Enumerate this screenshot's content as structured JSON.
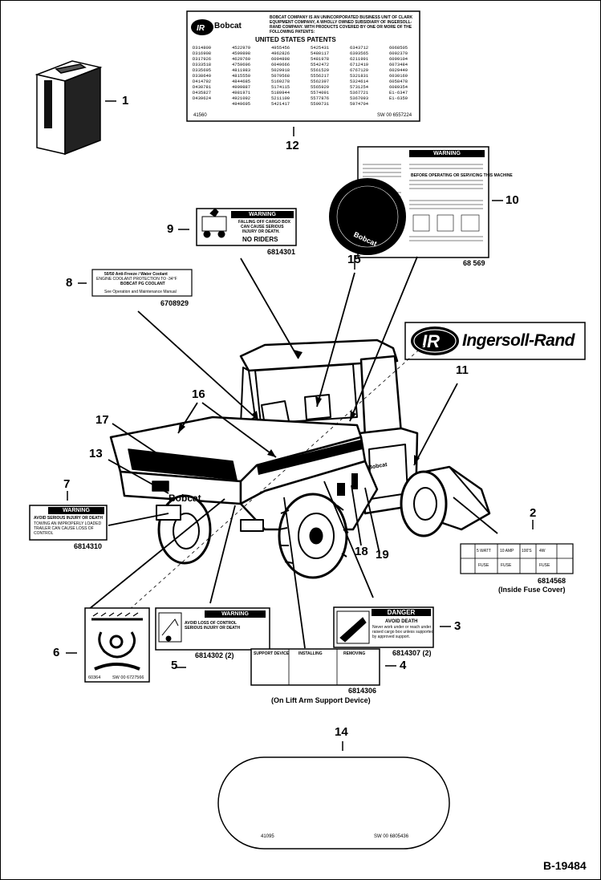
{
  "drawing_id": "B-19484",
  "callouts": [
    "1",
    "2",
    "3",
    "4",
    "5",
    "6",
    "7",
    "8",
    "9",
    "10",
    "11",
    "12",
    "13",
    "14",
    "15",
    "16",
    "17",
    "18",
    "19"
  ],
  "part_numbers": {
    "p2": "6814568",
    "p3": "6814307 (2)",
    "p4": "6814306",
    "p5": "6814302 (2)",
    "p7": "6814310",
    "p8": "6708929",
    "p9": "6814301",
    "p10": "68 569"
  },
  "notes": {
    "p2": "(Inside Fuse Cover)",
    "p4": "(On Lift Arm Support Device)"
  },
  "decal12": {
    "brand": "Bobcat",
    "heading": "UNITED STATES PATENTS",
    "left_code": "41560",
    "right_code": "SW 00 6557224",
    "intro": "BOBCAT COMPANY IS AN UNINCORPORATED BUSINESS UNIT OF CLARK EQUIPMENT COMPANY, A WHOLLY OWNED SUBSIDIARY OF INGERSOLL-RAND COMPANY. WITH PRODUCTS COVERED BY ONE OR MORE OF THE FOLLOWING PATENTS:",
    "columns": [
      [
        "D314809",
        "D316908",
        "D317926",
        "D333518",
        "D335695",
        "D338640",
        "D414792",
        "D430781",
        "D435827",
        "D439624"
      ],
      [
        "4522979",
        "4599898",
        "4629760",
        "4759696",
        "4811983",
        "4815550",
        "4844685",
        "4909887",
        "4981971",
        "4921092",
        "4949695"
      ],
      [
        "4955456",
        "4962826",
        "6094898",
        "6049666",
        "5029918",
        "5079568",
        "5169278",
        "5174115",
        "5189944",
        "5211100",
        "5421417"
      ],
      [
        "5425431",
        "5480117",
        "5481978",
        "5542472",
        "5561529",
        "5556217",
        "5562397",
        "5565929",
        "5574091",
        "5577876",
        "5599731"
      ],
      [
        "6343712",
        "6393565",
        "6211991",
        "6712419",
        "6767129",
        "5321831",
        "5324614",
        "5731254",
        "5367721",
        "5367093",
        "5974704"
      ],
      [
        "6068505",
        "6092370",
        "6099104",
        "6073484",
        "6029449",
        "6030169",
        "6058478",
        "6089354",
        "E1-6347",
        "E1-6359"
      ]
    ]
  },
  "decal9": {
    "header": "WARNING",
    "line1": "FALLING OFF CARGO BOX",
    "line2": "CAN CAUSE SERIOUS",
    "line3": "INJURY OR DEATH.",
    "main": "NO RIDERS"
  },
  "decal10": {
    "header": "WARNING",
    "subheader": "BEFORE OPERATING OR SERVICING THIS MACHINE"
  },
  "decal15": {
    "brand": "Bobcat"
  },
  "decal_ir": {
    "brand": "Ingersoll-Rand"
  },
  "decal8": {
    "line1": "50/50 Anti-Freeze / Water Coolant",
    "line2": "ENGINE COOLANT PROTECTION TO -34°F",
    "line3": "BOBCAT PG COOLANT",
    "line4": "See Operation and Maintenance Manual"
  },
  "decal7": {
    "header": "WARNING",
    "line1": "AVOID SERIOUS INJURY OR DEATH",
    "line2": "TOWING AN IMPROPERLY LOADED TRAILER CAN CAUSE LOSS OF CONTROL"
  },
  "decal6": {
    "left_code": "60364",
    "right_code": "SW 00 6727566"
  },
  "decal5": {
    "header": "WARNING",
    "line1": "AVOID LOSS OF CONTROL",
    "line2": "SERIOUS INJURY OR DEATH"
  },
  "decal3": {
    "header": "DANGER",
    "line1": "AVOID DEATH",
    "line2": "Never work under or reach under",
    "line3": "raised cargo box unless supported",
    "line4": "by approved support."
  },
  "decal4": {
    "col1": "SUPPORT DEVICE",
    "col2": "INSTALLING",
    "col3": "REMOVING"
  },
  "decal2": {
    "cells": [
      "5 WATT",
      "10 AMP",
      "100'S",
      "4W",
      "FUSE",
      "FUSE",
      "FUSE"
    ]
  },
  "decal14": {
    "left_code": "41095",
    "right_code": "SW 00 6805436"
  },
  "vehicle": {
    "bed_brand": "Bobcat",
    "side_brand": "Bobcat"
  }
}
